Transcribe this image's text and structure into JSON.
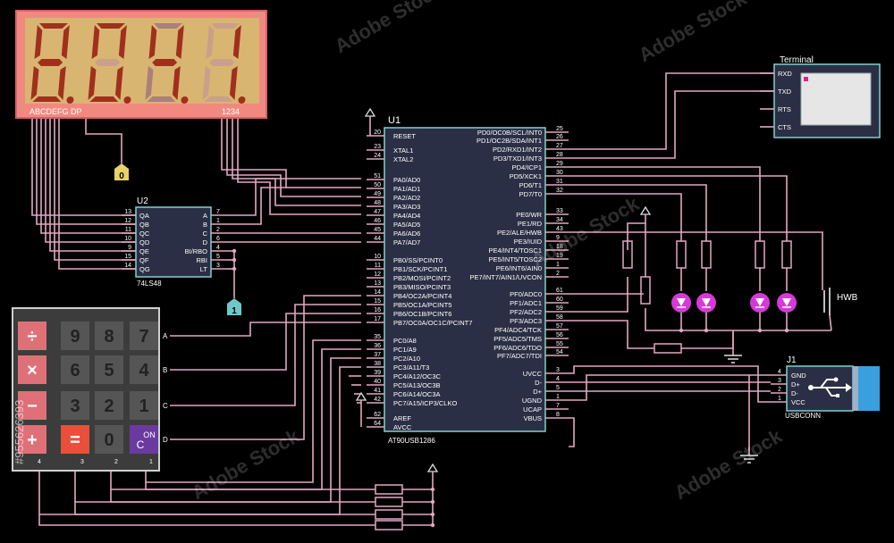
{
  "display": {
    "segment_label": "ABCDEFG DP",
    "digit_label": "1234",
    "digit_reading": "8.0.4.1."
  },
  "decoder": {
    "ref": "U2",
    "part": "74LS48",
    "outputs": [
      {
        "name": "QA",
        "num": "13"
      },
      {
        "name": "QB",
        "num": "12"
      },
      {
        "name": "QC",
        "num": "11"
      },
      {
        "name": "QD",
        "num": "10"
      },
      {
        "name": "QE",
        "num": "9"
      },
      {
        "name": "QF",
        "num": "15"
      },
      {
        "name": "QG",
        "num": "14"
      }
    ],
    "inputs": [
      {
        "name": "A",
        "num": "7"
      },
      {
        "name": "B",
        "num": "1"
      },
      {
        "name": "C",
        "num": "2"
      },
      {
        "name": "D",
        "num": "6"
      },
      {
        "name": "BI/RBO",
        "num": "4"
      },
      {
        "name": "RBI",
        "num": "5"
      },
      {
        "name": "LT",
        "num": "3"
      }
    ]
  },
  "logic_probes": {
    "top": "0",
    "bottom": "1"
  },
  "mcu": {
    "ref": "U1",
    "part": "AT90USB1286",
    "left_pins": [
      {
        "name": "RESET",
        "num": "20"
      },
      {
        "name": "XTAL1",
        "num": "23"
      },
      {
        "name": "XTAL2",
        "num": "24"
      },
      {
        "name": "PA0/AD0",
        "num": "51"
      },
      {
        "name": "PA1/AD1",
        "num": "50"
      },
      {
        "name": "PA2/AD2",
        "num": "49"
      },
      {
        "name": "PA3/AD3",
        "num": "48"
      },
      {
        "name": "PA4/AD4",
        "num": "47"
      },
      {
        "name": "PA5/AD5",
        "num": "46"
      },
      {
        "name": "PA6/AD6",
        "num": "45"
      },
      {
        "name": "PA7/AD7",
        "num": "44"
      },
      {
        "name": "PB0/SS/PCINT0",
        "num": "10"
      },
      {
        "name": "PB1/SCK/PCINT1",
        "num": "11"
      },
      {
        "name": "PB2/MOSI/PCINT2",
        "num": "12"
      },
      {
        "name": "PB3/MISO/PCINT3",
        "num": "13"
      },
      {
        "name": "PB4/OC2A/PCINT4",
        "num": "14"
      },
      {
        "name": "PB5/OC1A/PCINT5",
        "num": "15"
      },
      {
        "name": "PB6/OC1B/PCINT6",
        "num": "16"
      },
      {
        "name": "PB7/OC0A/OC1C/PCINT7",
        "num": "17"
      },
      {
        "name": "PC0/A8",
        "num": "35"
      },
      {
        "name": "PC1/A9",
        "num": "36"
      },
      {
        "name": "PC2/A10",
        "num": "37"
      },
      {
        "name": "PC3/A11/T3",
        "num": "38"
      },
      {
        "name": "PC4/A12/OC3C",
        "num": "39"
      },
      {
        "name": "PC5/A13/OC3B",
        "num": "40"
      },
      {
        "name": "PC6/A14/OC3A",
        "num": "41"
      },
      {
        "name": "PC7/A15/ICP3/CLKO",
        "num": "42"
      },
      {
        "name": "AREF",
        "num": "62"
      },
      {
        "name": "AVCC",
        "num": "64"
      }
    ],
    "right_pins": [
      {
        "name": "PD0/OC0B/SCL/INT0",
        "num": "25"
      },
      {
        "name": "PD1/OC2B/SDA/INT1",
        "num": "26"
      },
      {
        "name": "PD2/RXD1/INT2",
        "num": "27"
      },
      {
        "name": "PD3/TXD1/INT3",
        "num": "28"
      },
      {
        "name": "PD4/ICP1",
        "num": "29"
      },
      {
        "name": "PD5/XCK1",
        "num": "30"
      },
      {
        "name": "PD6/T1",
        "num": "31"
      },
      {
        "name": "PD7/T0",
        "num": "32"
      },
      {
        "name": "PE0/WR",
        "num": "33"
      },
      {
        "name": "PE1/RD",
        "num": "34"
      },
      {
        "name": "PE2/ALE/HWB",
        "num": "43"
      },
      {
        "name": "PE3/IUID",
        "num": "9"
      },
      {
        "name": "PE4/INT4/TOSC1",
        "num": "18"
      },
      {
        "name": "PE5/INT5/TOSC2",
        "num": "19"
      },
      {
        "name": "PE6/INT6/AIN0",
        "num": "1"
      },
      {
        "name": "PE7/INT7/AIN1/UVCON",
        "num": "2"
      },
      {
        "name": "PF0/ADC0",
        "num": "61"
      },
      {
        "name": "PF1/ADC1",
        "num": "60"
      },
      {
        "name": "PF2/ADC2",
        "num": "59"
      },
      {
        "name": "PF3/ADC3",
        "num": "58"
      },
      {
        "name": "PF4/ADC4/TCK",
        "num": "57"
      },
      {
        "name": "PF5/ADC5/TMS",
        "num": "56"
      },
      {
        "name": "PF6/ADC6/TDO",
        "num": "55"
      },
      {
        "name": "PF7/ADC7/TDI",
        "num": "54"
      },
      {
        "name": "UVCC",
        "num": "3"
      },
      {
        "name": "D-",
        "num": "4"
      },
      {
        "name": "D+",
        "num": "5"
      },
      {
        "name": "UGND",
        "num": "1"
      },
      {
        "name": "UCAP",
        "num": "7"
      },
      {
        "name": "VBUS",
        "num": "8"
      }
    ]
  },
  "terminal": {
    "title": "Terminal",
    "pins": [
      "RXD",
      "TXD",
      "RTS",
      "CTS"
    ]
  },
  "button": {
    "label": "HWB"
  },
  "usb": {
    "ref": "J1",
    "part": "USBCONN",
    "pins": [
      {
        "name": "GND",
        "num": "4"
      },
      {
        "name": "D+",
        "num": "3"
      },
      {
        "name": "D-",
        "num": "2"
      },
      {
        "name": "VCC",
        "num": "1"
      }
    ]
  },
  "keypad": {
    "rows": [
      [
        {
          "label": "÷",
          "color": "#e07078"
        },
        {
          "label": "9"
        },
        {
          "label": "8"
        },
        {
          "label": "7"
        }
      ],
      [
        {
          "label": "×",
          "color": "#e07078"
        },
        {
          "label": "6"
        },
        {
          "label": "5"
        },
        {
          "label": "4"
        }
      ],
      [
        {
          "label": "−",
          "color": "#e07078"
        },
        {
          "label": "3"
        },
        {
          "label": "2"
        },
        {
          "label": "1"
        }
      ],
      [
        {
          "label": "+",
          "color": "#e07078"
        },
        {
          "label": "=",
          "color": "#e8503a"
        },
        {
          "label": "0"
        },
        {
          "label": "ON\nC",
          "color": "#6a3aa0"
        }
      ]
    ],
    "row_labels": [
      "A",
      "B",
      "C",
      "D"
    ],
    "col_labels": [
      "4",
      "3",
      "2",
      "1"
    ]
  },
  "watermark": {
    "text": "Adobe Stock",
    "id": "#955626393"
  },
  "colors": {
    "background": "#000000",
    "wire": "#e3a7c2",
    "ic_body": "#2b2f45",
    "ic_border": "#7fd0d2",
    "led": "#d838d8",
    "display_bezel": "#f08a80",
    "display_face": "#d9b572"
  }
}
